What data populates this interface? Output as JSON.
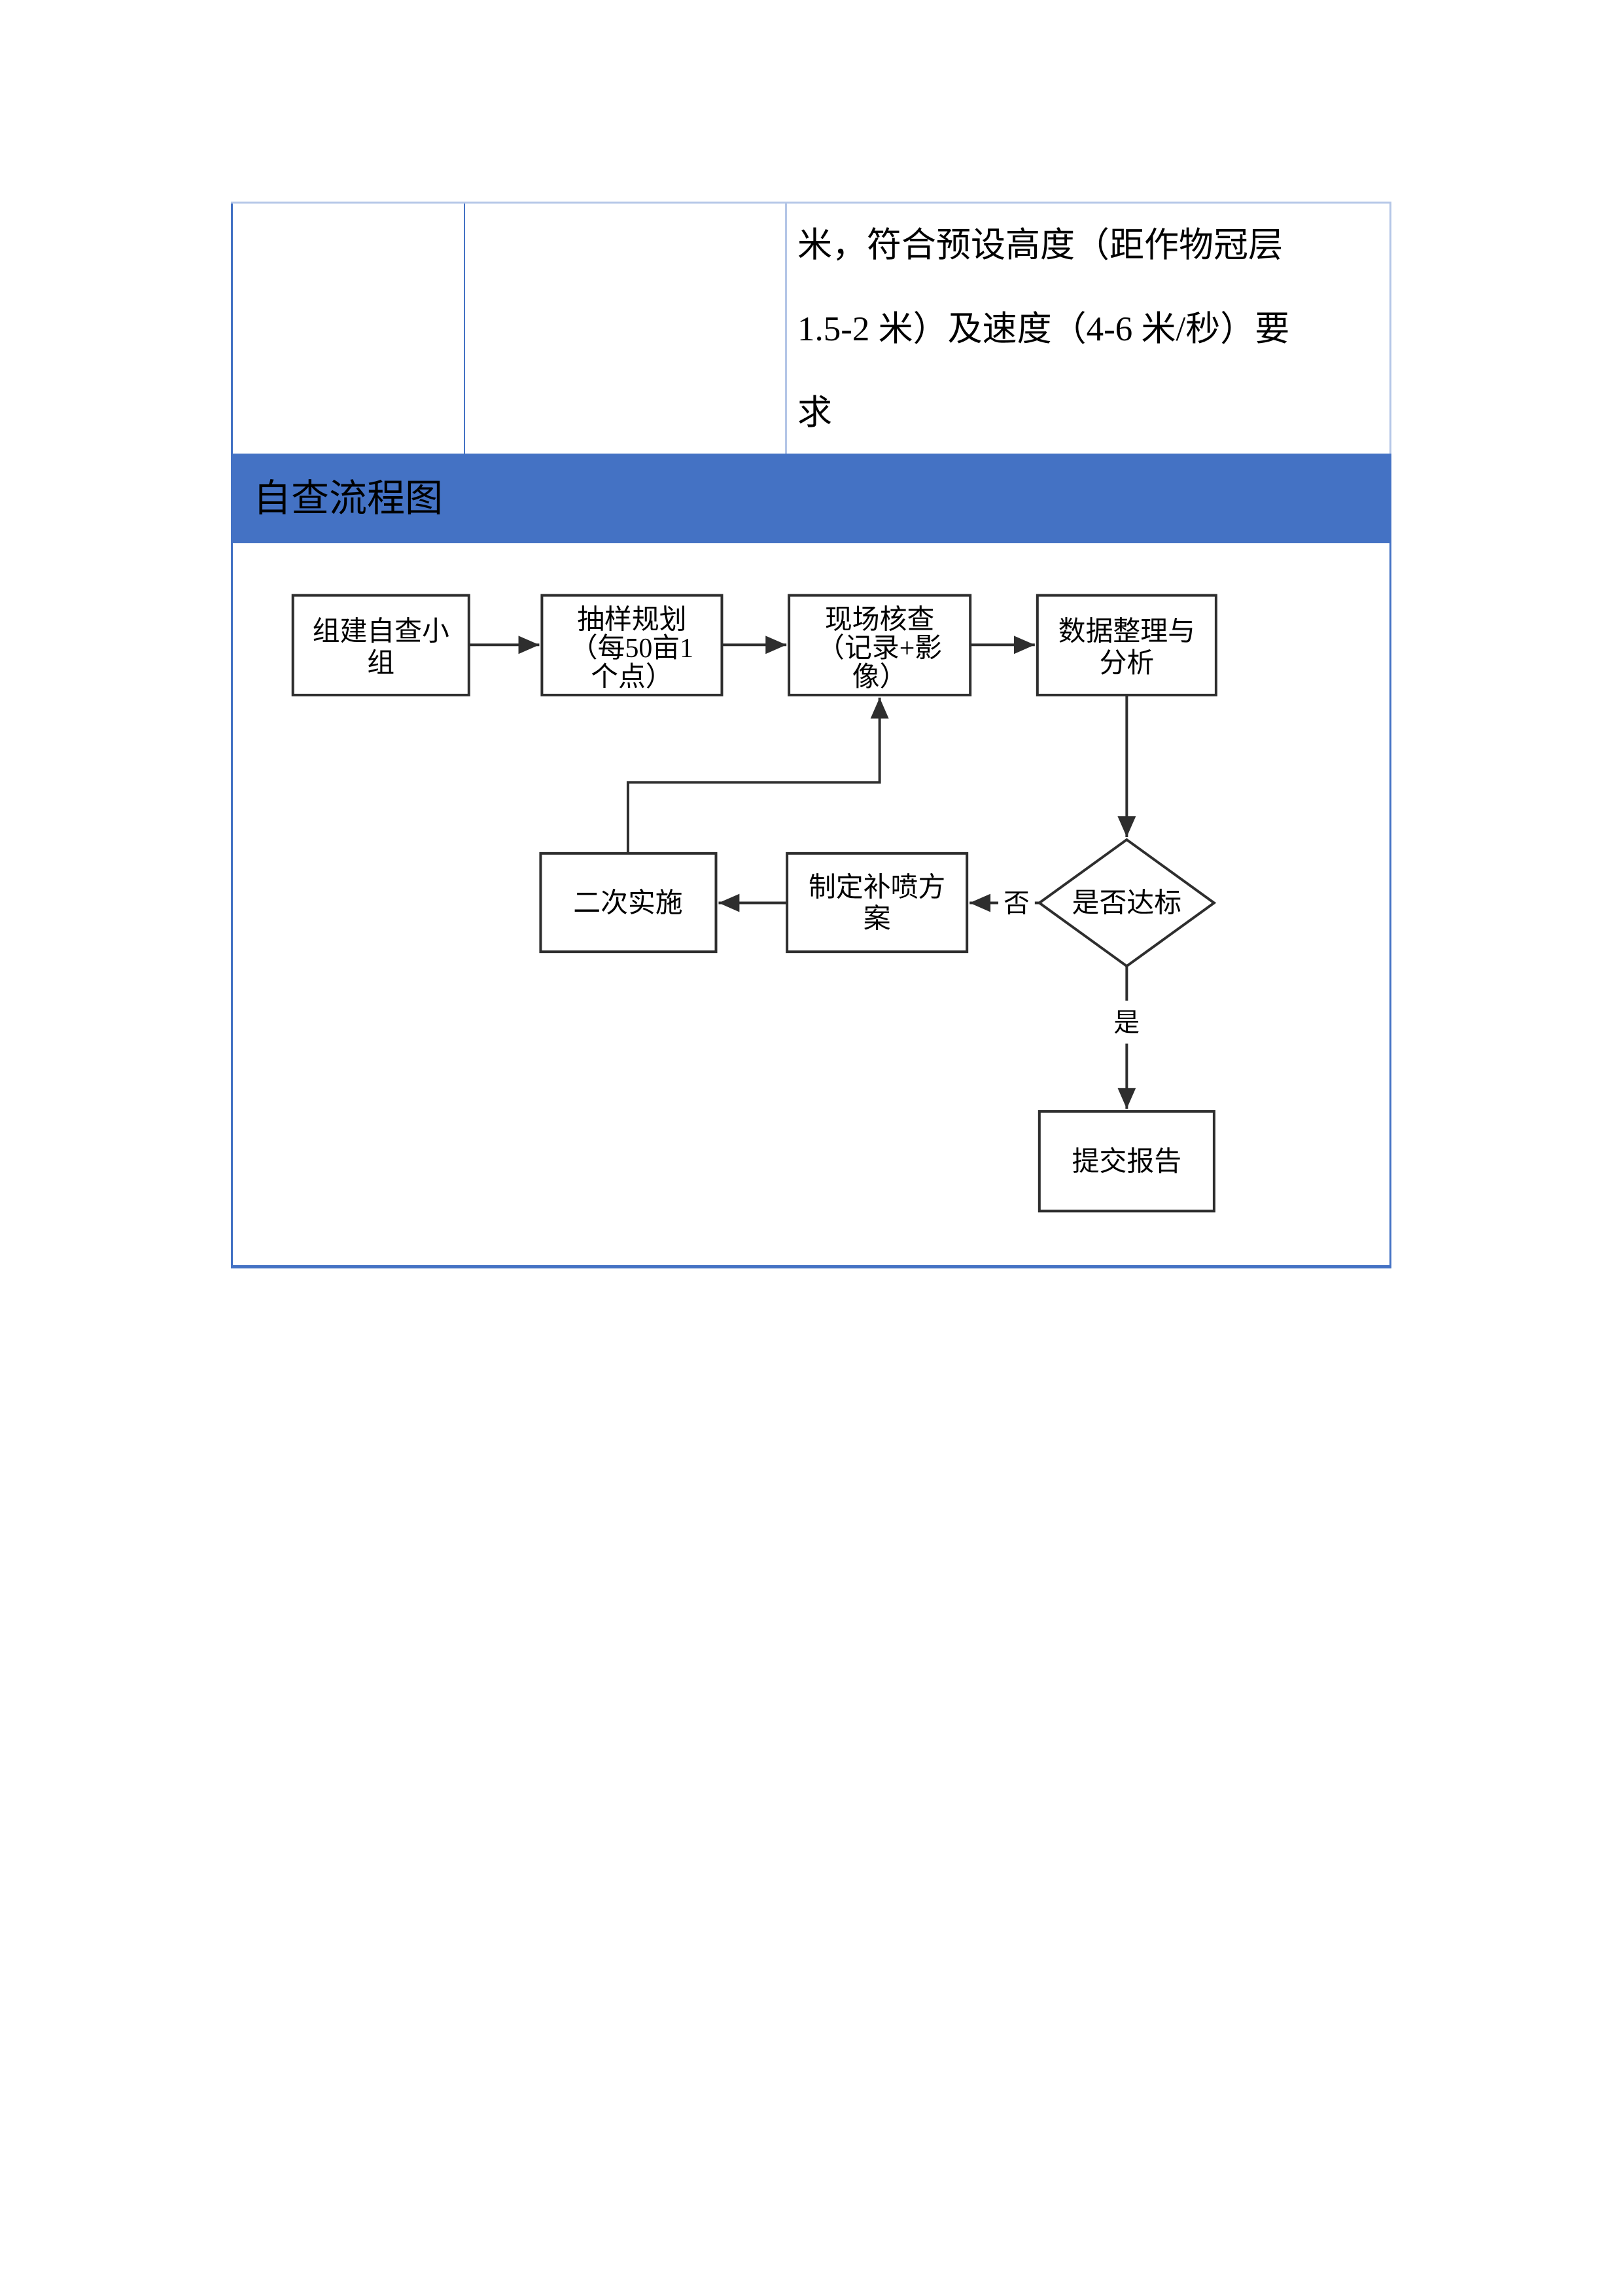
{
  "colors": {
    "accent_blue": "#4472C4",
    "light_border": "#B4C6E7",
    "flow_stroke": "#2e2e2e",
    "text": "#000000",
    "paper": "#ffffff"
  },
  "table": {
    "row1": {
      "col3_lines": {
        "0": "米，符合预设高度（距作物冠层",
        "1": "1.5-2 米）及速度（4-6 米/秒）要",
        "2": "求"
      }
    },
    "section_header": {
      "title": "自查流程图"
    }
  },
  "flowchart": {
    "nodes": {
      "team": {
        "lines": {
          "0": "组建自查小",
          "1": "组"
        }
      },
      "sampling": {
        "lines": {
          "0": "抽样规划",
          "1": "（每50亩1",
          "2": "个点）"
        }
      },
      "inspect": {
        "lines": {
          "0": "现场核查",
          "1": "（记录+影",
          "2": "像）"
        }
      },
      "analyze": {
        "lines": {
          "0": "数据整理与",
          "1": "分析"
        }
      },
      "second": {
        "label": "二次实施"
      },
      "plan": {
        "lines": {
          "0": "制定补喷方",
          "1": "案"
        }
      },
      "decision": {
        "label": "是否达标"
      },
      "report": {
        "label": "提交报告"
      }
    },
    "branch_labels": {
      "no": "否",
      "yes": "是"
    }
  }
}
